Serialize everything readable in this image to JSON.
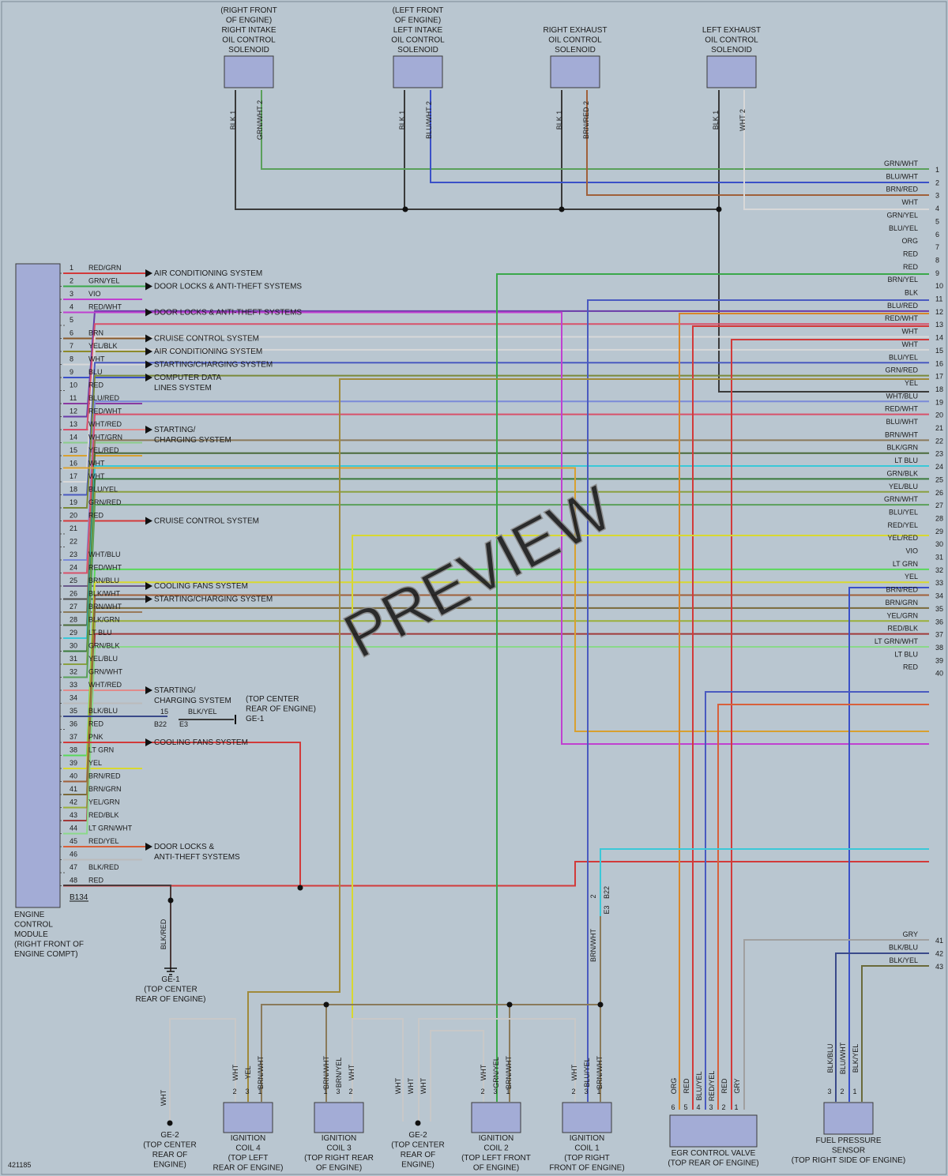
{
  "diagram_id": "421185",
  "watermark": "PREVIEW",
  "ecm": {
    "title_lines": [
      "ENGINE",
      "CONTROL",
      "MODULE",
      "(RIGHT FRONT OF",
      "ENGINE COMPT)"
    ],
    "connector": "B134",
    "pins": [
      {
        "n": "1",
        "w": "RED/GRN",
        "c": "#d23a3a"
      },
      {
        "n": "2",
        "w": "GRN/YEL",
        "c": "#3aa84a"
      },
      {
        "n": "3",
        "w": "VIO",
        "c": "#c040d0"
      },
      {
        "n": "4",
        "w": "RED/WHT",
        "c": "#e0507a"
      },
      {
        "n": "5",
        "w": "",
        "c": "#bbbbbb"
      },
      {
        "n": "6",
        "w": "BRN",
        "c": "#8a5a2a"
      },
      {
        "n": "7",
        "w": "YEL/BLK",
        "c": "#8c8a2a"
      },
      {
        "n": "8",
        "w": "WHT",
        "c": "#d8d8d8"
      },
      {
        "n": "9",
        "w": "BLU",
        "c": "#3a50c8"
      },
      {
        "n": "10",
        "w": "RED",
        "c": "#d23a3a"
      },
      {
        "n": "11",
        "w": "BLU/RED",
        "c": "#8a3aa0"
      },
      {
        "n": "12",
        "w": "RED/WHT",
        "c": "#e0507a"
      },
      {
        "n": "13",
        "w": "WHT/RED",
        "c": "#e08a8a"
      },
      {
        "n": "14",
        "w": "WHT/GRN",
        "c": "#8acc8a"
      },
      {
        "n": "15",
        "w": "YEL/RED",
        "c": "#d8a030"
      },
      {
        "n": "16",
        "w": "WHT",
        "c": "#d8d8d8"
      },
      {
        "n": "17",
        "w": "WHT",
        "c": "#d8d8d8"
      },
      {
        "n": "18",
        "w": "BLU/YEL",
        "c": "#4a5ac0"
      },
      {
        "n": "19",
        "w": "GRN/RED",
        "c": "#7a8a3a"
      },
      {
        "n": "20",
        "w": "RED",
        "c": "#d23a3a"
      },
      {
        "n": "21",
        "w": "",
        "c": "#bbbbbb"
      },
      {
        "n": "22",
        "w": "",
        "c": "#bbbbbb"
      },
      {
        "n": "23",
        "w": "WHT/BLU",
        "c": "#7a8ad8"
      },
      {
        "n": "24",
        "w": "RED/WHT",
        "c": "#e0507a"
      },
      {
        "n": "25",
        "w": "BRN/BLU",
        "c": "#6a5a8a"
      },
      {
        "n": "26",
        "w": "BLK/WHT",
        "c": "#505050"
      },
      {
        "n": "27",
        "w": "BRN/WHT",
        "c": "#9a7a5a"
      },
      {
        "n": "28",
        "w": "BLK/GRN",
        "c": "#4a6a3a"
      },
      {
        "n": "29",
        "w": "LT BLU",
        "c": "#3ac8d8"
      },
      {
        "n": "30",
        "w": "GRN/BLK",
        "c": "#3a7a3a"
      },
      {
        "n": "31",
        "w": "YEL/BLU",
        "c": "#8aa040"
      },
      {
        "n": "32",
        "w": "GRN/WHT",
        "c": "#5aa05a"
      },
      {
        "n": "33",
        "w": "WHT/RED",
        "c": "#e08a8a"
      },
      {
        "n": "34",
        "w": "",
        "c": "#bbbbbb"
      },
      {
        "n": "35",
        "w": "BLK/BLU",
        "c": "#3a4a8a"
      },
      {
        "n": "36",
        "w": "RED",
        "c": "#d23a3a"
      },
      {
        "n": "37",
        "w": "PNK",
        "c": "#e05a8a"
      },
      {
        "n": "38",
        "w": "LT GRN",
        "c": "#5ad85a"
      },
      {
        "n": "39",
        "w": "YEL",
        "c": "#d8d830"
      },
      {
        "n": "40",
        "w": "BRN/RED",
        "c": "#a0503a"
      },
      {
        "n": "41",
        "w": "BRN/GRN",
        "c": "#7a6a3a"
      },
      {
        "n": "42",
        "w": "YEL/GRN",
        "c": "#9ab03a"
      },
      {
        "n": "43",
        "w": "RED/BLK",
        "c": "#a03a3a"
      },
      {
        "n": "44",
        "w": "LT GRN/WHT",
        "c": "#8ad88a"
      },
      {
        "n": "45",
        "w": "RED/YEL",
        "c": "#d8603a"
      },
      {
        "n": "46",
        "w": "",
        "c": "#bbbbbb"
      },
      {
        "n": "47",
        "w": "BLK/RED",
        "c": "#6a3a3a"
      },
      {
        "n": "48",
        "w": "RED",
        "c": "#d23a3a"
      }
    ]
  },
  "system_refs": [
    {
      "pin": 1,
      "lines": [
        "AIR CONDITIONING SYSTEM"
      ]
    },
    {
      "pin": 2,
      "lines": [
        "DOOR LOCKS & ANTI-THEFT SYSTEMS"
      ]
    },
    {
      "pin": 4,
      "lines": [
        "DOOR LOCKS & ANTI-THEFT SYSTEMS"
      ]
    },
    {
      "pin": 6,
      "lines": [
        "CRUISE CONTROL SYSTEM"
      ]
    },
    {
      "pin": 7,
      "lines": [
        "AIR CONDITIONING SYSTEM"
      ]
    },
    {
      "pin": 8,
      "lines": [
        "STARTING/CHARGING SYSTEM"
      ]
    },
    {
      "pin": 9,
      "lines": [
        "COMPUTER DATA",
        "LINES SYSTEM"
      ]
    },
    {
      "pin": 13,
      "lines": [
        "STARTING/",
        "CHARGING SYSTEM"
      ]
    },
    {
      "pin": 20,
      "lines": [
        "CRUISE CONTROL SYSTEM"
      ]
    },
    {
      "pin": 25,
      "lines": [
        "COOLING FANS SYSTEM"
      ]
    },
    {
      "pin": 26,
      "lines": [
        "STARTING/CHARGING SYSTEM"
      ]
    },
    {
      "pin": 33,
      "lines": [
        "STARTING/",
        "CHARGING SYSTEM"
      ]
    },
    {
      "pin": 37,
      "lines": [
        "COOLING FANS SYSTEM"
      ]
    },
    {
      "pin": 45,
      "lines": [
        "DOOR LOCKS &",
        "ANTI-THEFT SYSTEMS"
      ]
    }
  ],
  "ground_ge1_top": {
    "pin_no": "15",
    "wire": "BLK/YEL",
    "conn_b": "B22",
    "conn_e": "E3",
    "label_lines": [
      "(TOP CENTER",
      "REAR OF ENGINE)",
      "GE-1"
    ]
  },
  "ground_ge1_bottom": {
    "wire": "BLK/RED",
    "label_lines": [
      "GE-1",
      "(TOP CENTER",
      "REAR OF ENGINE)"
    ]
  },
  "solenoids": [
    {
      "lines": [
        "(RIGHT FRONT",
        "OF ENGINE)",
        "RIGHT INTAKE",
        "OIL CONTROL",
        "SOLENOID"
      ],
      "pin1": "BLK",
      "pin2": "GRN/WHT"
    },
    {
      "lines": [
        "(LEFT FRONT",
        "OF ENGINE)",
        "LEFT INTAKE",
        "OIL CONTROL",
        "SOLENOID"
      ],
      "pin1": "BLK",
      "pin2": "BLU/WHT"
    },
    {
      "lines": [
        "RIGHT EXHAUST",
        "OIL CONTROL",
        "SOLENOID"
      ],
      "pin1": "BLK",
      "pin2": "BRN/RED"
    },
    {
      "lines": [
        "LEFT EXHAUST",
        "OIL CONTROL",
        "SOLENOID"
      ],
      "pin1": "BLK",
      "pin2": "WHT"
    }
  ],
  "right_wires": [
    {
      "n": "1",
      "w": "GRN/WHT"
    },
    {
      "n": "2",
      "w": "BLU/WHT"
    },
    {
      "n": "3",
      "w": "BRN/RED"
    },
    {
      "n": "4",
      "w": "WHT"
    },
    {
      "n": "5",
      "w": "GRN/YEL"
    },
    {
      "n": "6",
      "w": "BLU/YEL"
    },
    {
      "n": "7",
      "w": "ORG"
    },
    {
      "n": "8",
      "w": "RED"
    },
    {
      "n": "9",
      "w": "RED"
    },
    {
      "n": "10",
      "w": "BRN/YEL"
    },
    {
      "n": "11",
      "w": "BLK"
    },
    {
      "n": "12",
      "w": "BLU/RED"
    },
    {
      "n": "13",
      "w": "RED/WHT"
    },
    {
      "n": "14",
      "w": "WHT"
    },
    {
      "n": "15",
      "w": "WHT"
    },
    {
      "n": "16",
      "w": "BLU/YEL"
    },
    {
      "n": "17",
      "w": "GRN/RED"
    },
    {
      "n": "18",
      "w": "YEL"
    },
    {
      "n": "19",
      "w": "WHT/BLU"
    },
    {
      "n": "20",
      "w": "RED/WHT"
    },
    {
      "n": "21",
      "w": "BLU/WHT"
    },
    {
      "n": "22",
      "w": "BRN/WHT"
    },
    {
      "n": "23",
      "w": "BLK/GRN"
    },
    {
      "n": "24",
      "w": "LT BLU"
    },
    {
      "n": "25",
      "w": "GRN/BLK"
    },
    {
      "n": "26",
      "w": "YEL/BLU"
    },
    {
      "n": "27",
      "w": "GRN/WHT"
    },
    {
      "n": "28",
      "w": "BLU/YEL"
    },
    {
      "n": "29",
      "w": "RED/YEL"
    },
    {
      "n": "30",
      "w": "YEL/RED"
    },
    {
      "n": "31",
      "w": "VIO"
    },
    {
      "n": "32",
      "w": "LT GRN"
    },
    {
      "n": "33",
      "w": "YEL"
    },
    {
      "n": "34",
      "w": "BRN/RED"
    },
    {
      "n": "35",
      "w": "BRN/GRN"
    },
    {
      "n": "36",
      "w": "YEL/GRN"
    },
    {
      "n": "37",
      "w": "RED/BLK"
    },
    {
      "n": "38",
      "w": "LT GRN/WHT"
    },
    {
      "n": "39",
      "w": "LT BLU"
    },
    {
      "n": "40",
      "w": "RED"
    },
    {
      "n": "41",
      "w": "GRY"
    },
    {
      "n": "42",
      "w": "BLK/BLU"
    },
    {
      "n": "43",
      "w": "BLK/YEL"
    }
  ],
  "bottom_conn": {
    "pin2": "2",
    "conn_b": "B22",
    "conn_e": "E3",
    "wire": "BRN/WHT"
  },
  "coils": [
    {
      "lines": [
        "IGNITION",
        "COIL 4",
        "(TOP LEFT",
        "REAR OF ENGINE)"
      ],
      "pins": [
        {
          "n": "2",
          "w": "WHT"
        },
        {
          "n": "3",
          "w": "YEL"
        },
        {
          "n": "1",
          "w": "BRN/WHT"
        }
      ]
    },
    {
      "lines": [
        "IGNITION",
        "COIL 3",
        "(TOP RIGHT REAR",
        "OF ENGINE)"
      ],
      "pins": [
        {
          "n": "1",
          "w": "BRN/WHT"
        },
        {
          "n": "3",
          "w": "BRN/YEL"
        },
        {
          "n": "2",
          "w": "WHT"
        }
      ]
    },
    {
      "lines": [
        "IGNITION",
        "COIL 2",
        "(TOP LEFT FRONT",
        "OF ENGINE)"
      ],
      "pins": [
        {
          "n": "2",
          "w": "WHT"
        },
        {
          "n": "3",
          "w": "GRN/YEL"
        },
        {
          "n": "1",
          "w": "BRN/WHT"
        }
      ]
    },
    {
      "lines": [
        "IGNITION",
        "COIL 1",
        "(TOP RIGHT",
        "FRONT OF ENGINE)"
      ],
      "pins": [
        {
          "n": "2",
          "w": "WHT"
        },
        {
          "n": "3",
          "w": "BLU/YEL"
        },
        {
          "n": "1",
          "w": "BRN/WHT"
        }
      ]
    }
  ],
  "ge2_left": {
    "wire": "WHT",
    "lines": [
      "GE-2",
      "(TOP CENTER",
      "REAR OF",
      "ENGINE)"
    ]
  },
  "ge2_center": {
    "wires": [
      "WHT",
      "WHT",
      "WHT"
    ],
    "lines": [
      "GE-2",
      "(TOP CENTER",
      "REAR OF",
      "ENGINE)"
    ]
  },
  "egr": {
    "lines": [
      "EGR CONTROL VALVE",
      "(TOP REAR OF ENGINE)"
    ],
    "pins": [
      {
        "n": "6",
        "w": "ORG"
      },
      {
        "n": "5",
        "w": "RED"
      },
      {
        "n": "4",
        "w": "BLU/YEL"
      },
      {
        "n": "3",
        "w": "RED/YEL"
      },
      {
        "n": "2",
        "w": "RED"
      },
      {
        "n": "1",
        "w": "GRY"
      }
    ]
  },
  "fuel_sensor": {
    "lines": [
      "FUEL PRESSURE",
      "SENSOR",
      "(TOP RIGHT SIDE OF ENGINE)"
    ],
    "pins": [
      {
        "n": "3",
        "w": "BLK/BLU"
      },
      {
        "n": "2",
        "w": "BLU/WHT"
      },
      {
        "n": "1",
        "w": "BLK/YEL"
      }
    ]
  }
}
